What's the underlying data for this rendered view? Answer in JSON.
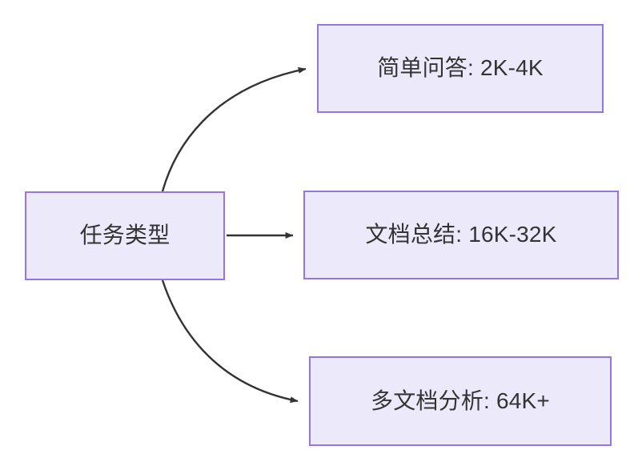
{
  "diagram": {
    "type": "flowchart",
    "direction": "left-to-right",
    "background_color": "#ffffff",
    "node_fill_color": "#ece9fb",
    "node_border_color": "#9575de",
    "node_text_color": "#333333",
    "edge_color": "#333333",
    "nodes": [
      {
        "id": "task-type",
        "label": "任务类型",
        "role": "source"
      },
      {
        "id": "simple-qa",
        "label": "简单问答: 2K-4K",
        "role": "target"
      },
      {
        "id": "doc-summary",
        "label": "文档总结: 16K-32K",
        "role": "target"
      },
      {
        "id": "multi-doc",
        "label": "多文档分析: 64K+",
        "role": "target"
      }
    ],
    "edges": [
      {
        "id": "edge-task-to-simple-qa",
        "from": "task-type",
        "to": "simple-qa",
        "label": "",
        "style": "curved-arrow"
      },
      {
        "id": "edge-task-to-doc-summary",
        "from": "task-type",
        "to": "doc-summary",
        "label": "",
        "style": "straight-arrow"
      },
      {
        "id": "edge-task-to-multi-doc",
        "from": "task-type",
        "to": "multi-doc",
        "label": "",
        "style": "curved-arrow"
      }
    ]
  }
}
